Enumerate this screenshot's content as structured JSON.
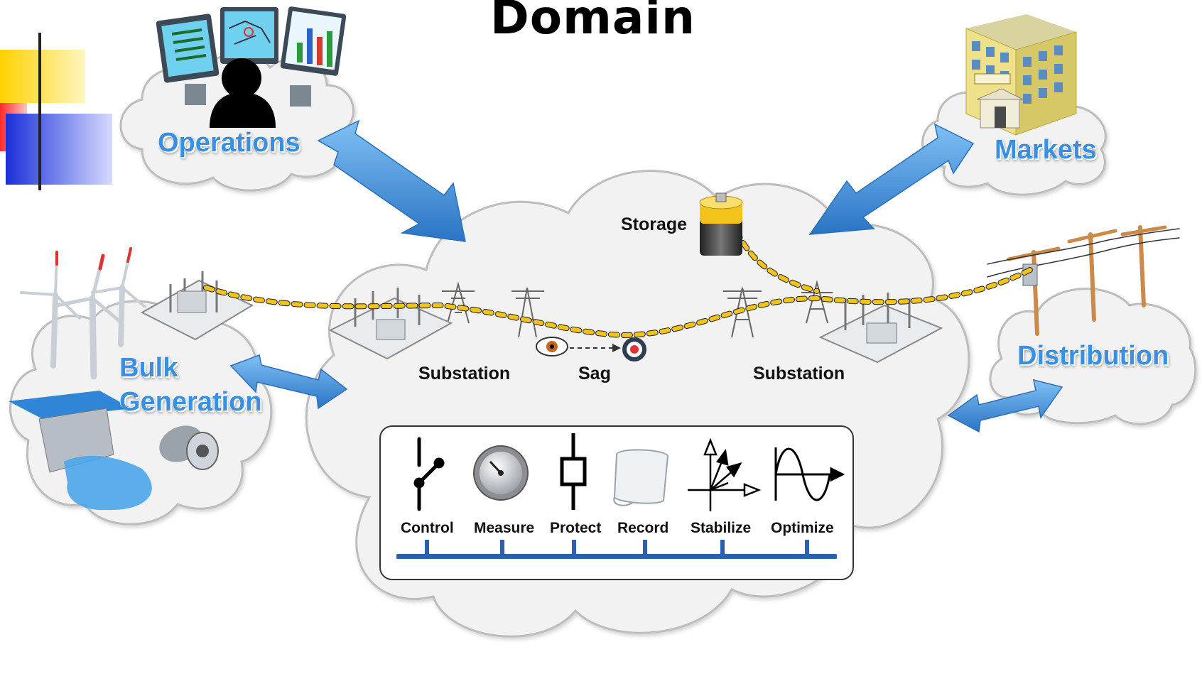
{
  "title": "Domain",
  "domains": {
    "operations": "Operations",
    "markets": "Markets",
    "bulk_generation_line1": "Bulk",
    "bulk_generation_line2": "Generation",
    "distribution": "Distribution"
  },
  "transmission": {
    "storage": "Storage",
    "substation_left": "Substation",
    "sag": "Sag",
    "substation_right": "Substation"
  },
  "functions": [
    {
      "label": "Control",
      "icon": "switch-icon"
    },
    {
      "label": "Measure",
      "icon": "gauge-icon"
    },
    {
      "label": "Protect",
      "icon": "breaker-icon"
    },
    {
      "label": "Record",
      "icon": "scroll-icon"
    },
    {
      "label": "Stabilize",
      "icon": "phasor-icon"
    },
    {
      "label": "Optimize",
      "icon": "sine-wave-icon"
    }
  ],
  "colors": {
    "domain_label": "#3a8fe0",
    "arrow": "#3d8ed6",
    "bus": "#2e5fae",
    "flow_line": "#f2c318",
    "cloud_fill": "#f2f2f2",
    "cloud_stroke": "#bdbdbd"
  }
}
